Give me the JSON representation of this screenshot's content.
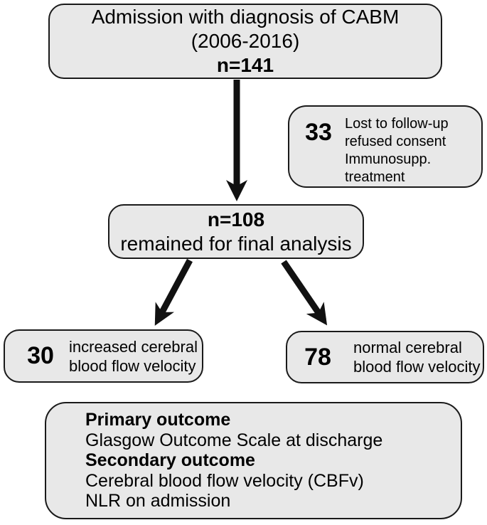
{
  "boxes": {
    "admission": {
      "line1": "Admission with diagnosis of CABM",
      "line2": "(2006-2016)",
      "n": "n=141"
    },
    "excluded": {
      "count": "33",
      "line1": "Lost to follow-up",
      "line2": "refused consent",
      "line3": "Immunosupp.",
      "line4": "treatment"
    },
    "final_analysis": {
      "n": "n=108",
      "line2": "remained for final analysis"
    },
    "increased_cbfv": {
      "count": "30",
      "line1": "increased cerebral",
      "line2": "blood flow velocity"
    },
    "normal_cbfv": {
      "count": "78",
      "line1": "normal cerebral",
      "line2": "blood flow velocity"
    },
    "outcomes": {
      "primary_label": "Primary outcome",
      "primary_value": "Glasgow Outcome Scale at discharge",
      "secondary_label": "Secondary outcome",
      "secondary_value1": "Cerebral blood flow velocity (CBFv)",
      "secondary_value2": "NLR on admission"
    }
  },
  "colors": {
    "background": "#ffffff",
    "box_fill": "#e8e8e8",
    "box_border": "#1a1a1a",
    "arrow": "#111111"
  }
}
